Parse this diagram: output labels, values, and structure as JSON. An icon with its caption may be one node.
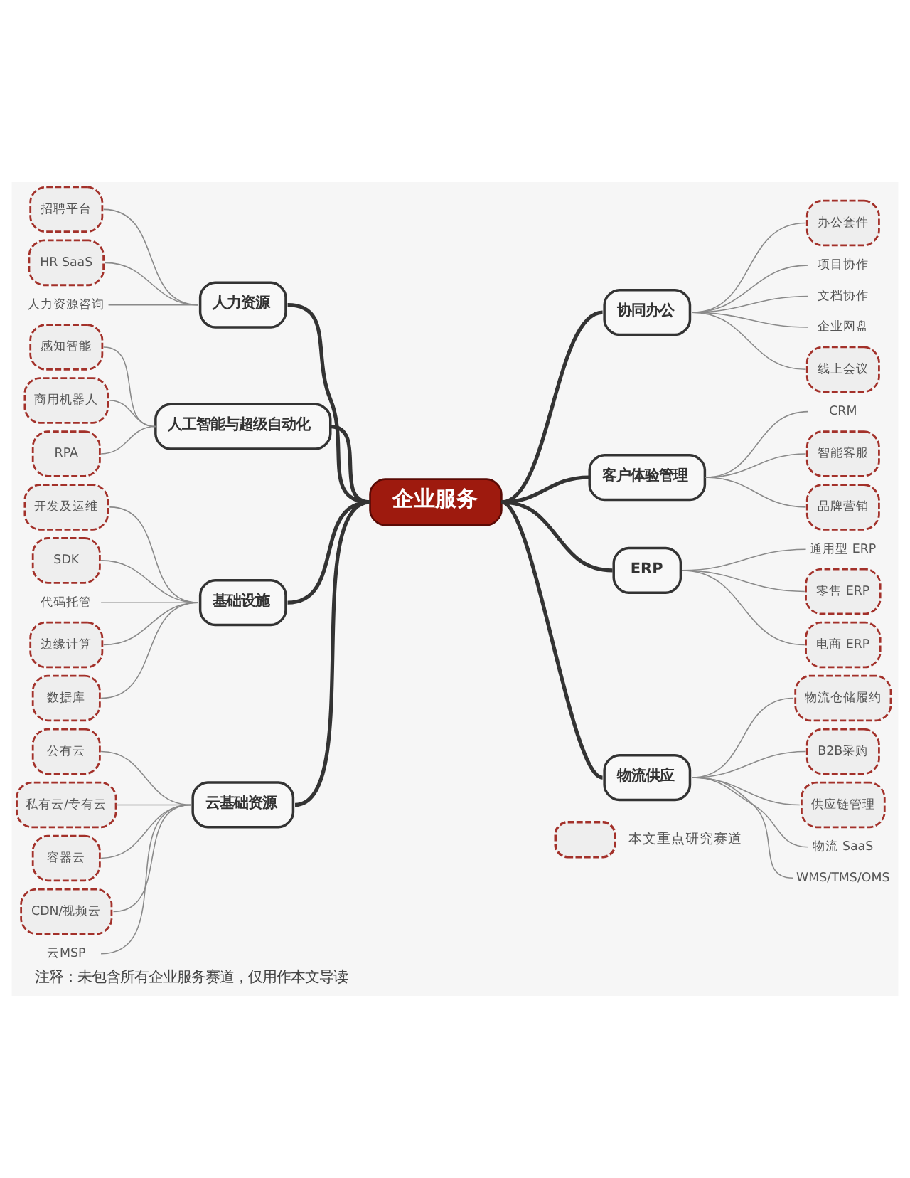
{
  "diagram": {
    "caption": "注释：未包含所有企业服务赛道，仅用作本文导读",
    "nodes": [
      {
        "text": [
          "企业服务"
        ]
      },
      {
        "text": [
          "人力资源"
        ]
      },
      {
        "text": [
          "招聘平台"
        ]
      },
      {
        "text": [
          "HR SaaS"
        ]
      },
      {
        "text": [
          "人力资源咨询"
        ]
      },
      {
        "text": [
          "人工智能与超级自动化"
        ]
      },
      {
        "text": [
          "感知智能"
        ]
      },
      {
        "text": [
          "商用机器人"
        ]
      },
      {
        "text": [
          "RPA"
        ]
      },
      {
        "text": [
          "基础设施"
        ]
      },
      {
        "text": [
          "开发及运维"
        ]
      },
      {
        "text": [
          "SDK"
        ]
      },
      {
        "text": [
          "代码托管"
        ]
      },
      {
        "text": [
          "边缘计算"
        ]
      },
      {
        "text": [
          "数据库"
        ]
      },
      {
        "text": [
          "云基础资源"
        ]
      },
      {
        "text": [
          "公有云"
        ]
      },
      {
        "text": [
          "私有云/专有云"
        ]
      },
      {
        "text": [
          "容器云"
        ]
      },
      {
        "text": [
          "CDN/视频云"
        ]
      },
      {
        "text": [
          "云MSP"
        ]
      },
      {
        "text": [
          "协同办公"
        ]
      },
      {
        "text": [
          "办公套件"
        ]
      },
      {
        "text": [
          "项目协作"
        ]
      },
      {
        "text": [
          "文档协作"
        ]
      },
      {
        "text": [
          "企业网盘"
        ]
      },
      {
        "text": [
          "线上会议"
        ]
      },
      {
        "text": [
          "客户体验管理"
        ]
      },
      {
        "text": [
          "CRM"
        ]
      },
      {
        "text": [
          "智能客服"
        ]
      },
      {
        "text": [
          "品牌营销"
        ]
      },
      {
        "text": [
          "ERP"
        ]
      },
      {
        "text": [
          "通用型 ERP"
        ]
      },
      {
        "text": [
          "零售 ERP"
        ]
      },
      {
        "text": [
          "电商 ERP"
        ]
      },
      {
        "text": [
          "物流供应"
        ]
      },
      {
        "text": [
          "物流仓储履约"
        ]
      },
      {
        "text": [
          "B2B采购"
        ]
      },
      {
        "text": [
          "供应链管理"
        ]
      },
      {
        "text": [
          "物流 SaaS"
        ]
      },
      {
        "text": [
          "WMS/TMS/OMS"
        ]
      }
    ],
    "edges": [
      {
        "from": 0,
        "to": 1,
        "arrow": "none",
        "style": "thick",
        "color": "#333333"
      },
      {
        "from": 1,
        "to": 2,
        "arrow": "none"
      },
      {
        "from": 1,
        "to": 3,
        "arrow": "none"
      },
      {
        "from": 1,
        "to": 4,
        "arrow": "none"
      },
      {
        "from": 0,
        "to": 5,
        "arrow": "none",
        "style": "thick",
        "color": "#333333"
      },
      {
        "from": 5,
        "to": 6,
        "arrow": "none"
      },
      {
        "from": 5,
        "to": 7,
        "arrow": "none"
      },
      {
        "from": 5,
        "to": 8,
        "arrow": "none"
      },
      {
        "from": 0,
        "to": 9,
        "arrow": "none",
        "style": "thick",
        "color": "#333333"
      },
      {
        "from": 9,
        "to": 10,
        "arrow": "none"
      },
      {
        "from": 9,
        "to": 11,
        "arrow": "none"
      },
      {
        "from": 9,
        "to": 12,
        "arrow": "none"
      },
      {
        "from": 9,
        "to": 13,
        "arrow": "none"
      },
      {
        "from": 9,
        "to": 14,
        "arrow": "none"
      },
      {
        "from": 0,
        "to": 15,
        "arrow": "none",
        "style": "thick",
        "color": "#333333"
      },
      {
        "from": 15,
        "to": 16,
        "arrow": "none"
      },
      {
        "from": 15,
        "to": 17,
        "arrow": "none"
      },
      {
        "from": 15,
        "to": 18,
        "arrow": "none"
      },
      {
        "from": 15,
        "to": 19,
        "arrow": "none"
      },
      {
        "from": 15,
        "to": 20,
        "arrow": "none"
      },
      {
        "from": 0,
        "to": 21,
        "arrow": "none",
        "style": "thick",
        "color": "#333333"
      },
      {
        "from": 21,
        "to": 22,
        "arrow": "none"
      },
      {
        "from": 21,
        "to": 23,
        "arrow": "none"
      },
      {
        "from": 21,
        "to": 24,
        "arrow": "none"
      },
      {
        "from": 21,
        "to": 25,
        "arrow": "none"
      },
      {
        "from": 21,
        "to": 26,
        "arrow": "none"
      },
      {
        "from": 0,
        "to": 27,
        "arrow": "none",
        "style": "thick",
        "color": "#333333"
      },
      {
        "from": 27,
        "to": 28,
        "arrow": "none"
      },
      {
        "from": 27,
        "to": 29,
        "arrow": "none"
      },
      {
        "from": 27,
        "to": 30,
        "arrow": "none"
      },
      {
        "from": 0,
        "to": 31,
        "arrow": "none",
        "style": "thick",
        "color": "#333333"
      },
      {
        "from": 31,
        "to": 32,
        "arrow": "none"
      },
      {
        "from": 31,
        "to": 33,
        "arrow": "none"
      },
      {
        "from": 31,
        "to": 34,
        "arrow": "none"
      },
      {
        "from": 0,
        "to": 35,
        "arrow": "none",
        "style": "thick",
        "color": "#333333"
      },
      {
        "from": 35,
        "to": 36,
        "arrow": "none"
      },
      {
        "from": 35,
        "to": 37,
        "arrow": "none"
      },
      {
        "from": 35,
        "to": 38,
        "arrow": "none"
      },
      {
        "from": 35,
        "to": 39,
        "arrow": "none"
      },
      {
        "from": 35,
        "to": 40,
        "arrow": "none"
      }
    ],
    "legend": [
      {
        "text": "本文重点研究赛道"
      }
    ]
  }
}
